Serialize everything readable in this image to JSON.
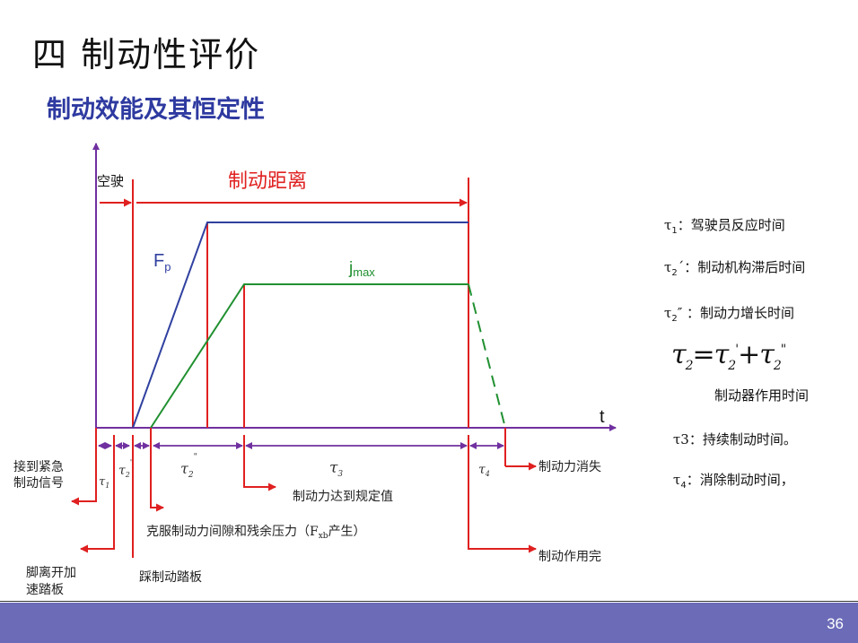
{
  "page": {
    "title": "四 制动性评价",
    "subtitle": "制动效能及其恒定性",
    "page_number": "36"
  },
  "diagram": {
    "idle_label": "空驶",
    "braking_distance_label": "制动距离",
    "fp_label": "F",
    "fp_sub": "p",
    "jmax_label": "j",
    "jmax_sub": "max",
    "t_axis_label": "t",
    "tau1_label": "τ",
    "tau1_sub": "1",
    "tau2p_label": "τ",
    "tau2p_sub": "2",
    "tau2p_mark": "'",
    "tau2pp_label": "τ",
    "tau2pp_sub": "2",
    "tau2pp_mark": "\"",
    "tau3_label": "τ",
    "tau3_sub": "3",
    "tau4_label": "τ",
    "tau4_sub": "4",
    "annotations": {
      "emergency_signal_1": "接到紧急",
      "emergency_signal_2": "制动信号",
      "foot_off_1": "脚离开加",
      "foot_off_2": "速踏板",
      "press_pedal": "踩制动踏板",
      "overcome_gap": "克服制动力间隙和残余压力（F",
      "overcome_gap_sub": "xb",
      "overcome_gap_end": "产生）",
      "force_reached": "制动力达到规定值",
      "force_vanish": "制动力消失",
      "braking_done": "制动作用完"
    },
    "colors": {
      "axis": "#7030a0",
      "red": "#e02020",
      "blue": "#3040a0",
      "green": "#209030"
    }
  },
  "legend": {
    "tau1_sym": "τ",
    "tau1_sub": "1",
    "tau1_text": "：驾驶员反应时间",
    "tau2p_sym": "τ",
    "tau2p_sub": "2",
    "tau2p_text": "´：制动机构滞后时间",
    "tau2pp_sym": "τ",
    "tau2pp_sub": "2",
    "tau2pp_text": "″ ：制动力增长时间",
    "formula_lhs": "τ",
    "formula_lhs_sub": "2",
    "formula_eq": "=",
    "formula_t1": "τ",
    "formula_t1_sub": "2",
    "formula_t1_sup": "'",
    "formula_plus": "+",
    "formula_t2": "τ",
    "formula_t2_sub": "2",
    "formula_t2_sup": "\"",
    "brake_action_time": "制动器作用时间",
    "tau3_sym": "τ3",
    "tau3_text": "：持续制动时间。",
    "tau4_sym": "τ",
    "tau4_sub": "4",
    "tau4_text": "：消除制动时间，"
  }
}
